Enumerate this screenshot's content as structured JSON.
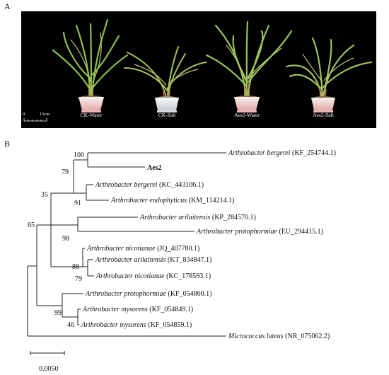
{
  "panel_a": {
    "letter": "A",
    "plants": [
      {
        "label": "CK-Water"
      },
      {
        "label": "CK-Salt"
      },
      {
        "label": "Aes2-Water"
      },
      {
        "label": "Aes2-Salt"
      }
    ],
    "scale_start": "0",
    "scale_end": "15cm"
  },
  "panel_b": {
    "letter": "B",
    "scale_bar_label": "0.0050",
    "taxa": [
      {
        "id": "t1",
        "genus": "Arthrobacter bergerei",
        "accession": "(KF_254744.1)"
      },
      {
        "id": "t2",
        "genus": "Aes2",
        "accession": ""
      },
      {
        "id": "t3",
        "genus": "Arthrobacter bergerei",
        "accession": "(KC_443106.1)"
      },
      {
        "id": "t4",
        "genus": "Arthrobacter endophyticus",
        "accession": "(KM_114214.1)"
      },
      {
        "id": "t5",
        "genus": "Arthrobacter arilaitensis",
        "accession": "(KP_284570.1)"
      },
      {
        "id": "t6",
        "genus": "Arthrobacter protophormiae",
        "accession": "(EU_294415.1)"
      },
      {
        "id": "t7",
        "genus": "Arthrobacter nicotianae",
        "accession": "(JQ_407780.1)"
      },
      {
        "id": "t8",
        "genus": "Arthrobacter arilaitensis",
        "accession": "(KT_834847.1)"
      },
      {
        "id": "t9",
        "genus": "Arthrobacter nicotianae",
        "accession": "(KC_178593.1)"
      },
      {
        "id": "t10",
        "genus": "Arthrobacter protophormiae",
        "accession": "(KF_054860.1)"
      },
      {
        "id": "t11",
        "genus": "Arthrobacter mysorens",
        "accession": "(KF_054849.1)"
      },
      {
        "id": "t12",
        "genus": "Arthrobacter mysorens",
        "accession": "(KF_054859.1)"
      },
      {
        "id": "t13",
        "genus": "Micrococcus luteus",
        "accession": "(NR_075062.2)"
      }
    ],
    "bootstrap": [
      "100",
      "79",
      "91",
      "35",
      "65",
      "98",
      "88",
      "79",
      "99",
      "46"
    ]
  }
}
